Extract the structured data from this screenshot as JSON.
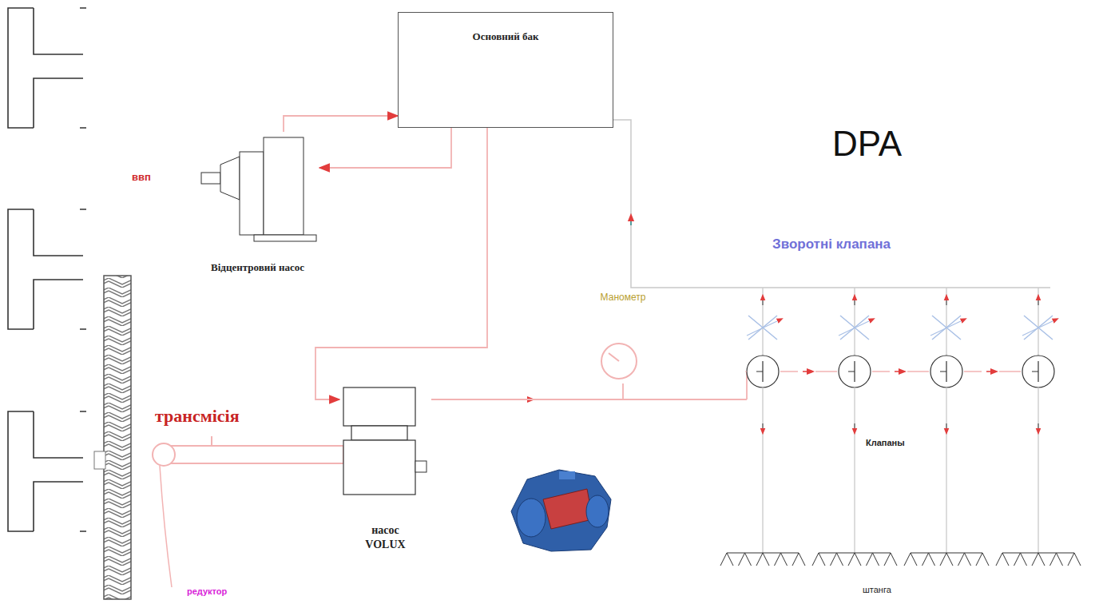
{
  "diagram": {
    "nodes": [
      {
        "text": [
          "Основний бак"
        ]
      },
      {
        "text": [
          "Відцентровий насос"
        ]
      },
      {
        "text": [
          "насос VOLUX"
        ]
      },
      {
        "text": [
          "Манометр"
        ]
      }
    ],
    "edges": [
      {
        "from": 1,
        "to": 0,
        "arrow": "to"
      },
      {
        "from": 0,
        "to": 1,
        "arrow": "to"
      },
      {
        "from": 0,
        "to": 2,
        "arrow": "to"
      },
      {
        "from": 2,
        "to": 3,
        "arrow": "none"
      }
    ],
    "labels": [
      "DPA",
      "ввп",
      "Зворотні клапана",
      "трансмісія",
      "Клапаны",
      "редуктор",
      "штанга"
    ]
  }
}
